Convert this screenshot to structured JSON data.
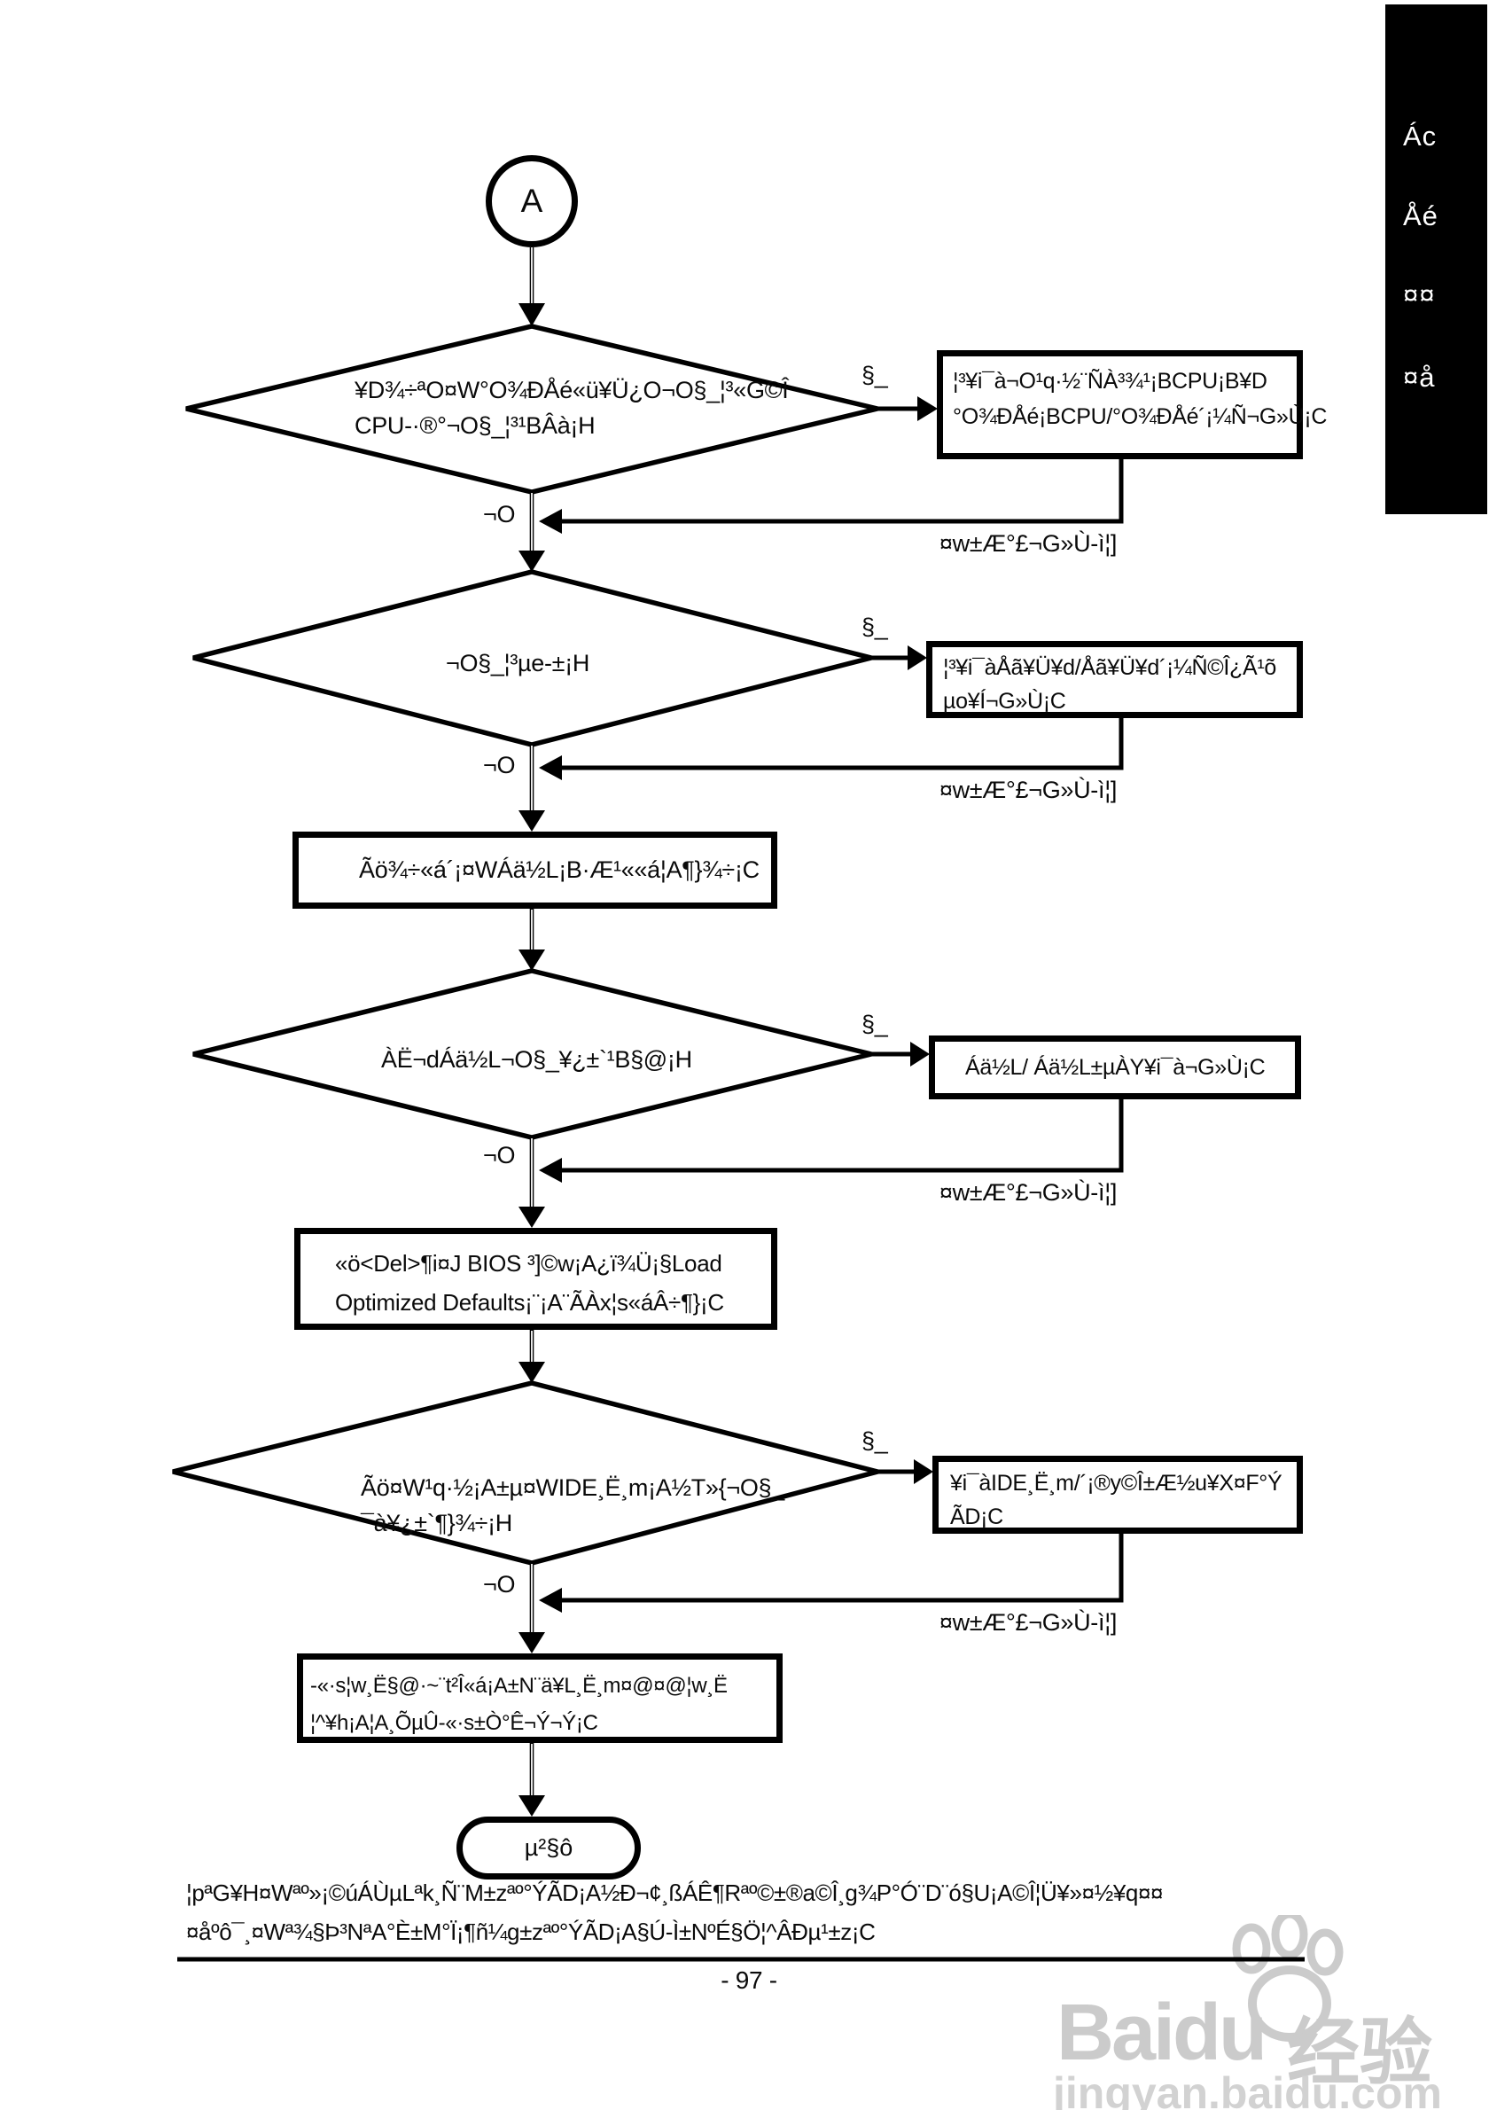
{
  "sidebar": {
    "labels": [
      "Ác",
      "Åé",
      "¤¤",
      "¤å"
    ]
  },
  "flow": {
    "start_label": "A",
    "yes_label": "¬O",
    "no_label": "§_",
    "feedback_label": "¤w±Æ°£¬G»Ù-ì¦]",
    "decisions": [
      {
        "lines": [
          "¥D¾÷ªO¤W°O¾ÐÅé«ü¥Ü¿O¬O§_¦³«G©Î",
          "CPU-·®°¬O§_¦³¹BÂà¡H"
        ]
      },
      {
        "lines": [
          "¬O§_¦³µe-±¡H"
        ]
      },
      {
        "lines": [
          "ÀË¬dÁä½L¬O§_¥¿±`¹B§@¡H"
        ]
      },
      {
        "lines": [
          "Ãö¤W¹q·½¡A±µ¤WIDE¸Ë¸m¡A½T»{¬O§_",
          "¯à¥¿±`¶}¾÷¡H"
        ]
      }
    ],
    "side_boxes": [
      {
        "lines": [
          "¦³¥i¯à¬O¹q·½¨ÑÀ³¾¹¡BCPU¡B¥D",
          "°O¾ÐÅé¡BCPU/°O¾ÐÅé´¡¼Ñ¬G»Ù¡C"
        ]
      },
      {
        "lines": [
          "¦³¥i¯àÅã¥Ü¥d/Åã¥Ü¥d´¡¼Ñ©Î¿Ã¹õ",
          "µo¥Í¬G»Ù¡C"
        ]
      },
      {
        "lines": [
          "Áä½L/ Áä½L±µÀY¥i¯à¬G»Ù¡C"
        ]
      },
      {
        "lines": [
          "¥i¯àIDE¸Ë¸m/´¡®y©Î±Æ½u¥X¤F°Ý",
          "ÃD¡C"
        ]
      }
    ],
    "process_boxes": [
      {
        "lines": [
          "Ãö¾÷«á´¡¤WÁä½L¡B·Æ¹««á¦A¶}¾÷¡C"
        ]
      },
      {
        "lines": [
          "«ö<Del>¶i¤J BIOS ³]©w¡A¿ï¾Ü¡§Load",
          "Optimized Defaults¡¨¡A¨ÃÀx¦s«áÂ÷¶}¡C"
        ]
      },
      {
        "lines": [
          "-«·s¦w¸Ë§@·~¨t²Î«á¡A±N¨ä¥L¸Ë¸m¤@¤@¦w¸Ë",
          "¦^¥h¡A¦A¸ÕµÛ-«·s±Ò°Ê¬Ý¬Ý¡C"
        ]
      }
    ],
    "end_label": "µ²§ô"
  },
  "footer": {
    "note_lines": [
      "¦pªG¥H¤Wªº»¡©úÁÙµLªk¸Ñ¨M±zªº°ÝÃD¡A½Ð¬¢¸ßÁÊ¶Rªº©±®a©Î¸g¾P°Ó¨D¨ó§U¡A©Î¦Ü¥»¤½¥q¤¤",
      "¤åºô¯¸¤Wª¾§Þ³NªA°È±M°Ï¡¶ñ¼g±zªº°ÝÃD¡A§Ú-Ì±NºÉ§Ö¦^ÂÐµ¹±z¡C"
    ],
    "page_number": "- 97 -"
  },
  "watermark": {
    "brand": "Baidu",
    "brand_cn": "经验",
    "url": "jingyan.baidu.com"
  }
}
